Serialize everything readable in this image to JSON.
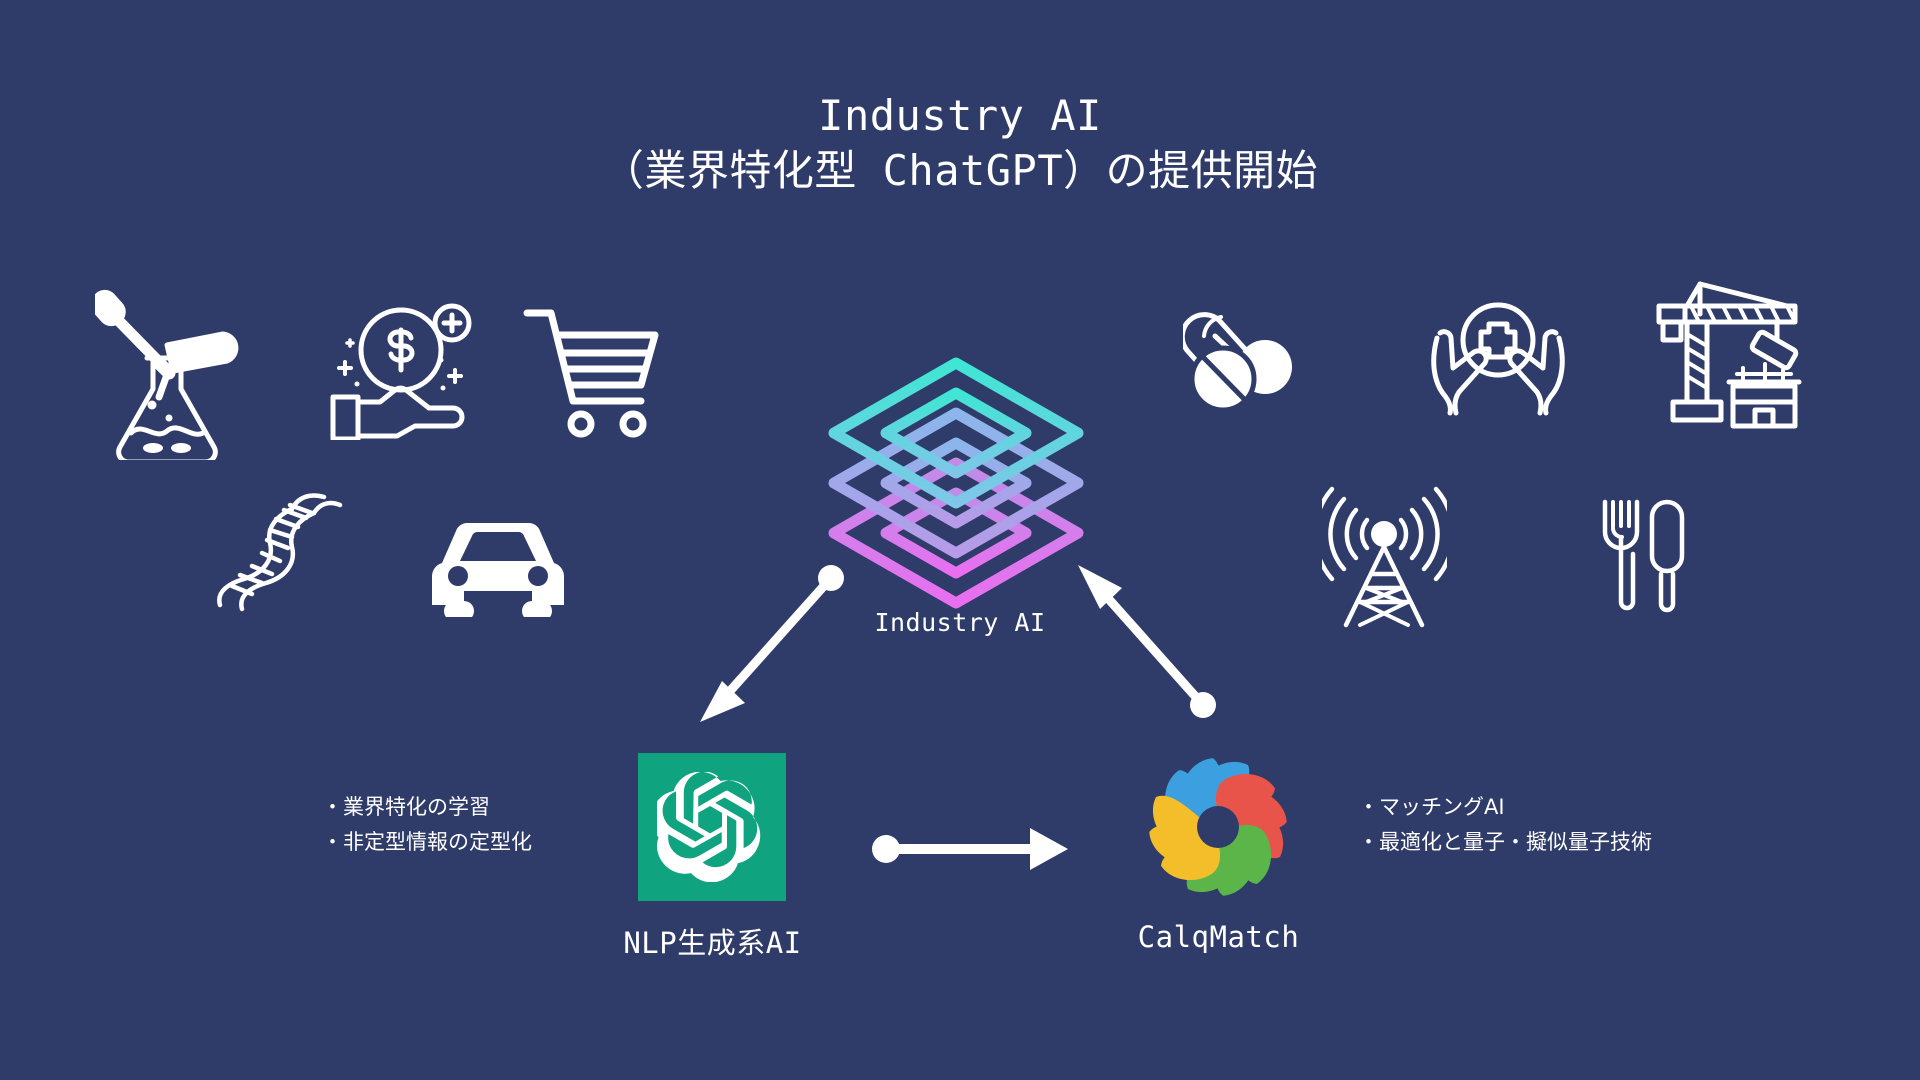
{
  "background_color": "#2f3b68",
  "title": {
    "line1": "Industry AI",
    "line2": "（業界特化型 ChatGPT）の提供開始"
  },
  "center": {
    "logo_name": "industry-ai-layers-logo",
    "label": "Industry AI",
    "gradient": {
      "top": "#3fe0d0",
      "middle": "#8f9fe8",
      "bottom": "#d86ff0"
    }
  },
  "industry_icons": {
    "left": [
      {
        "name": "chemistry-flask-pipette-icon",
        "label": "chemicals"
      },
      {
        "name": "money-in-hand-icon",
        "label": "finance"
      },
      {
        "name": "shopping-cart-icon",
        "label": "retail"
      },
      {
        "name": "dna-helix-icon",
        "label": "biotech"
      },
      {
        "name": "car-icon",
        "label": "automotive"
      }
    ],
    "right": [
      {
        "name": "pills-capsule-icon",
        "label": "pharmaceutical"
      },
      {
        "name": "healthcare-hands-cross-icon",
        "label": "healthcare"
      },
      {
        "name": "construction-crane-icon",
        "label": "construction"
      },
      {
        "name": "broadcast-tower-icon",
        "label": "telecom"
      },
      {
        "name": "fork-knife-icon",
        "label": "food-service"
      }
    ]
  },
  "nodes": {
    "nlp": {
      "label": "NLP生成系AI",
      "logo_name": "openai-logo",
      "tile_color": "#10a37f"
    },
    "calq": {
      "label": "CalqMatch",
      "logo_name": "calqmatch-pinwheel-logo",
      "colors": {
        "blue": "#3b9fe0",
        "red": "#e8544a",
        "green": "#5cb549",
        "yellow": "#f4bd2a"
      }
    }
  },
  "bullets": {
    "left": [
      "・業界特化の学習",
      "・非定型情報の定型化"
    ],
    "right": [
      "・マッチングAI",
      "・最適化と量子・擬似量子技術"
    ]
  },
  "arrows": [
    {
      "name": "arrow-logo-to-nlp",
      "from": "industry-ai-logo",
      "to": "nlp-node",
      "style": "dot-to-arrowhead"
    },
    {
      "name": "arrow-calq-to-logo",
      "from": "calqmatch-node",
      "to": "industry-ai-logo",
      "style": "dot-to-arrowhead"
    },
    {
      "name": "arrow-nlp-to-calq",
      "from": "nlp-node",
      "to": "calqmatch-node",
      "style": "dot-to-arrowhead"
    }
  ]
}
